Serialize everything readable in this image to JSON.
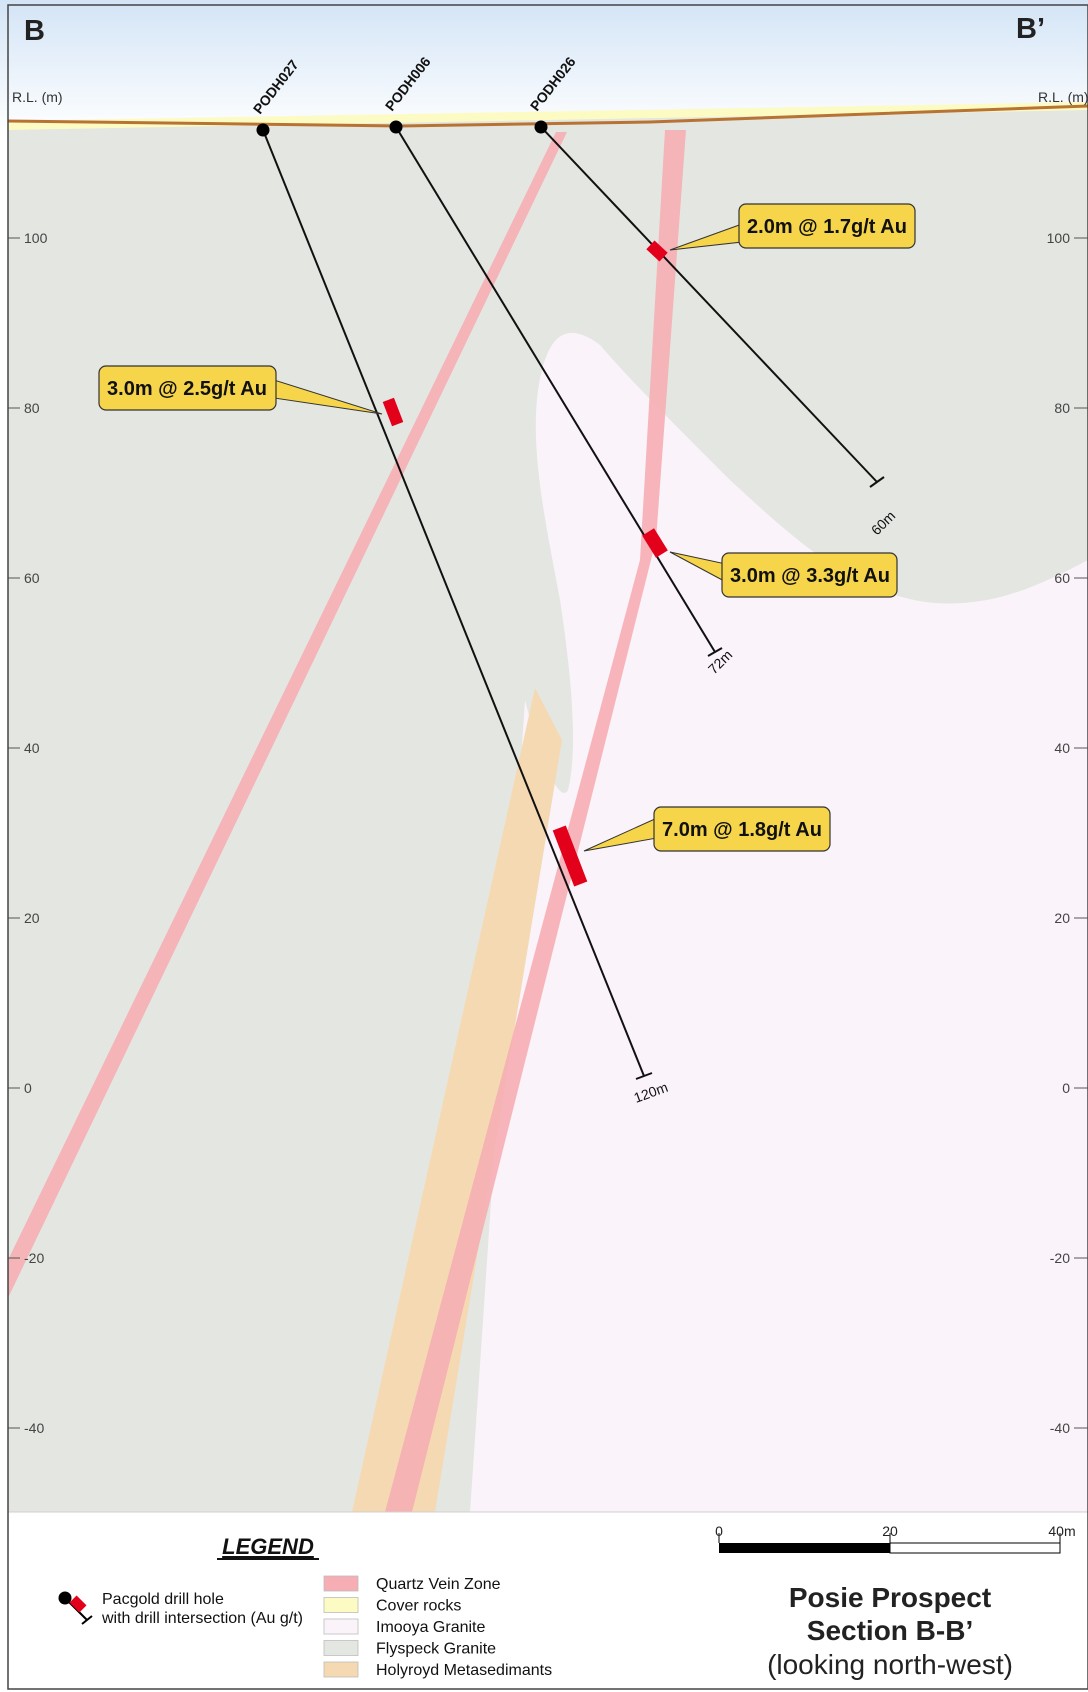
{
  "section": {
    "start_label": "B",
    "end_label": "B’",
    "rl_label_left": "R.L. (m)",
    "rl_label_right": "R.L. (m)",
    "rl_ticks": [
      {
        "label": "100",
        "value": 100
      },
      {
        "label": "80",
        "value": 80
      },
      {
        "label": "60",
        "value": 60
      },
      {
        "label": "40",
        "value": 40
      },
      {
        "label": "20",
        "value": 20
      },
      {
        "label": "0",
        "value": 0
      },
      {
        "label": "-20",
        "value": -20
      },
      {
        "label": "-40",
        "value": -40
      }
    ]
  },
  "drill_holes": [
    {
      "id": "PODH027",
      "end_depth": "120m",
      "intersection": {
        "label": "3.0m @ 2.5g/t Au",
        "rl": 79
      },
      "intersection2": {
        "label": "7.0m @ 1.8g/t Au",
        "rl": 29
      }
    },
    {
      "id": "PODH006",
      "end_depth": "72m",
      "intersection": {
        "label": "3.0m @ 3.3g/t Au",
        "rl": 65
      }
    },
    {
      "id": "PODH026",
      "end_depth": "60m",
      "intersection": {
        "label": "2.0m @ 1.7g/t Au",
        "rl": 98
      }
    }
  ],
  "scale_bar": {
    "ticks": [
      "0",
      "20",
      "40m"
    ]
  },
  "legend": {
    "title": "LEGEND",
    "drill_hole_line1": "Pacgold drill hole",
    "drill_hole_line2": "with drill intersection (Au g/t)",
    "items": [
      {
        "label": "Quartz Vein Zone",
        "color": "#f6aeb4"
      },
      {
        "label": "Cover rocks",
        "color": "#fdfbc4"
      },
      {
        "label": "Imooya Granite",
        "color": "#faf3fa"
      },
      {
        "label": "Flyspeck Granite",
        "color": "#e4e6e2"
      },
      {
        "label": "Holyroyd Metasedimants",
        "color": "#f5d9b2"
      }
    ]
  },
  "title": {
    "line1": "Posie Prospect",
    "line2": "Section B-B’",
    "line3": "(looking north-west)"
  },
  "colors": {
    "sky_top": "#d6e6f7",
    "sky_bottom": "#ffffff",
    "surface_line": "#b87333",
    "intersection_red": "#e2001a",
    "callout_fill": "#f6d54b"
  }
}
